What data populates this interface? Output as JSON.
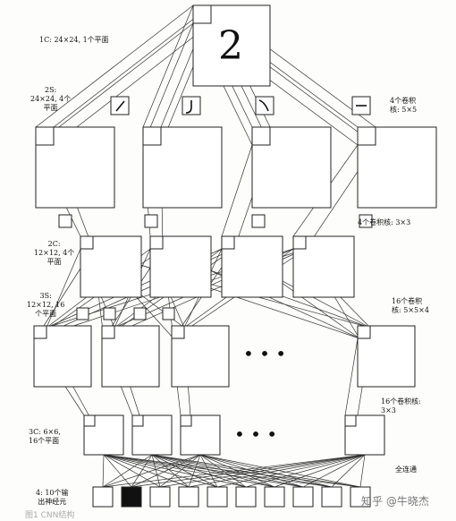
{
  "labels": {
    "l1": "1C: 24×24, 1个平面",
    "l2s": "2S:\n24×24, 4个\n平面",
    "k4_5": "4个卷积\n核: 5×5",
    "k4_3": "4个卷积核: 3×3",
    "l2c": "2C:\n12×12, 4个\n平面",
    "l3s": "3S:\n12×12, 16\n个平面",
    "k16_554": "16个卷积\n核: 5×5×4",
    "k16_33": "16个卷积核:\n3×3",
    "l3c": "3C: 6×6,\n16个平面",
    "fc": "全连通",
    "out": "4: 10个输\n出神经元"
  },
  "digit": "2",
  "ellipsis": "• • •",
  "watermark": "知乎 @牛晓杰",
  "caption": "图1 CNN结构"
}
